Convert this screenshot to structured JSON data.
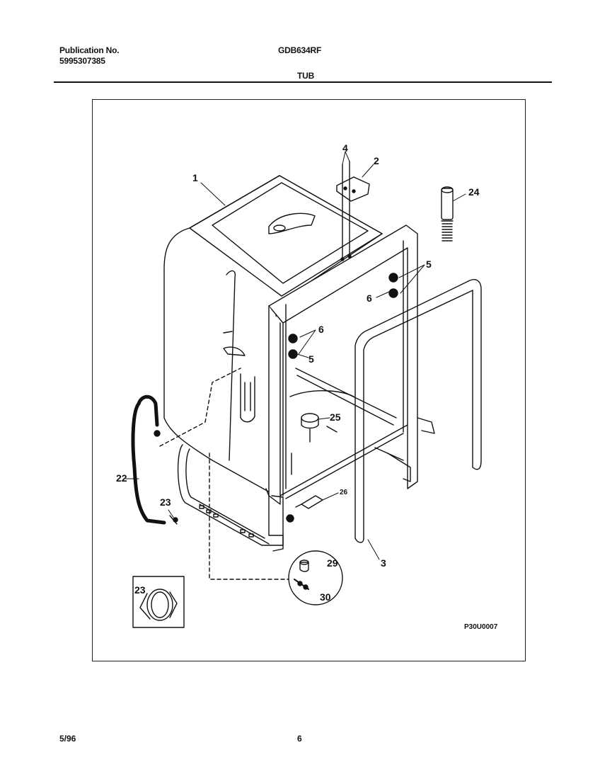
{
  "header": {
    "publication_label": "Publication No.",
    "publication_number": "5995307385",
    "model": "GDB634RF",
    "section": "TUB"
  },
  "diagram": {
    "figure_code": "P30U0007",
    "callouts": {
      "c1": "1",
      "c2": "2",
      "c3": "3",
      "c4": "4",
      "c5a": "5",
      "c5b": "5",
      "c6a": "6",
      "c6b": "6",
      "c22": "22",
      "c23a": "23",
      "c23b": "23",
      "c24": "24",
      "c25": "25",
      "c26": "26",
      "c29": "29",
      "c30": "30"
    }
  },
  "footer": {
    "date": "5/96",
    "page": "6"
  }
}
